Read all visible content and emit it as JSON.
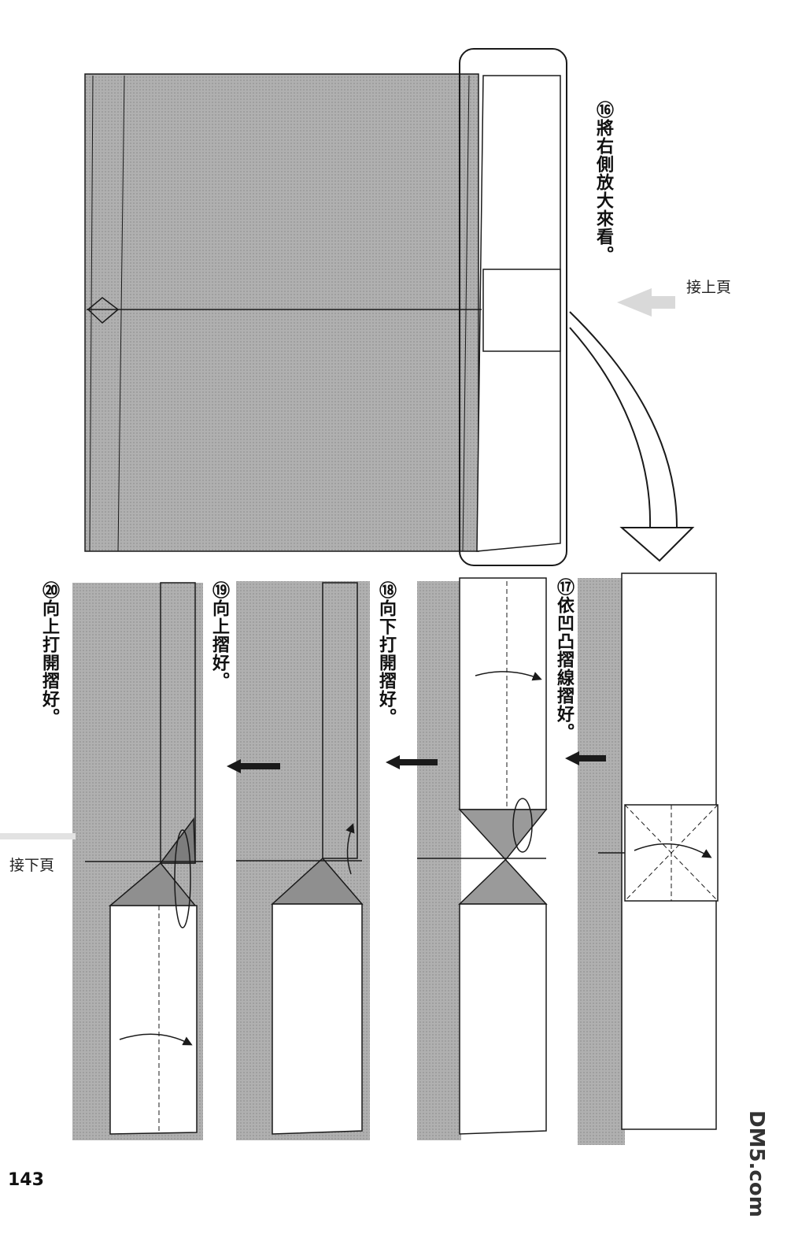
{
  "steps": [
    {
      "number": "⑯",
      "text": "將右側放大來看。"
    },
    {
      "number": "⑰",
      "text": "依凹凸摺線摺好。"
    },
    {
      "number": "⑱",
      "text": "向下打開摺好。"
    },
    {
      "number": "⑲",
      "text": "向上摺好。"
    },
    {
      "number": "⑳",
      "text": "向上打開摺好。"
    }
  ],
  "continue_from_prev": "接上頁",
  "continue_to_next": "接下頁",
  "page_number": "143",
  "watermark": "DM5.com",
  "colors": {
    "paper_gray": "#a9a9a9",
    "paper_white": "#ffffff",
    "line": "#1a1a1a",
    "arrow_gray": "#d9d9d9"
  }
}
